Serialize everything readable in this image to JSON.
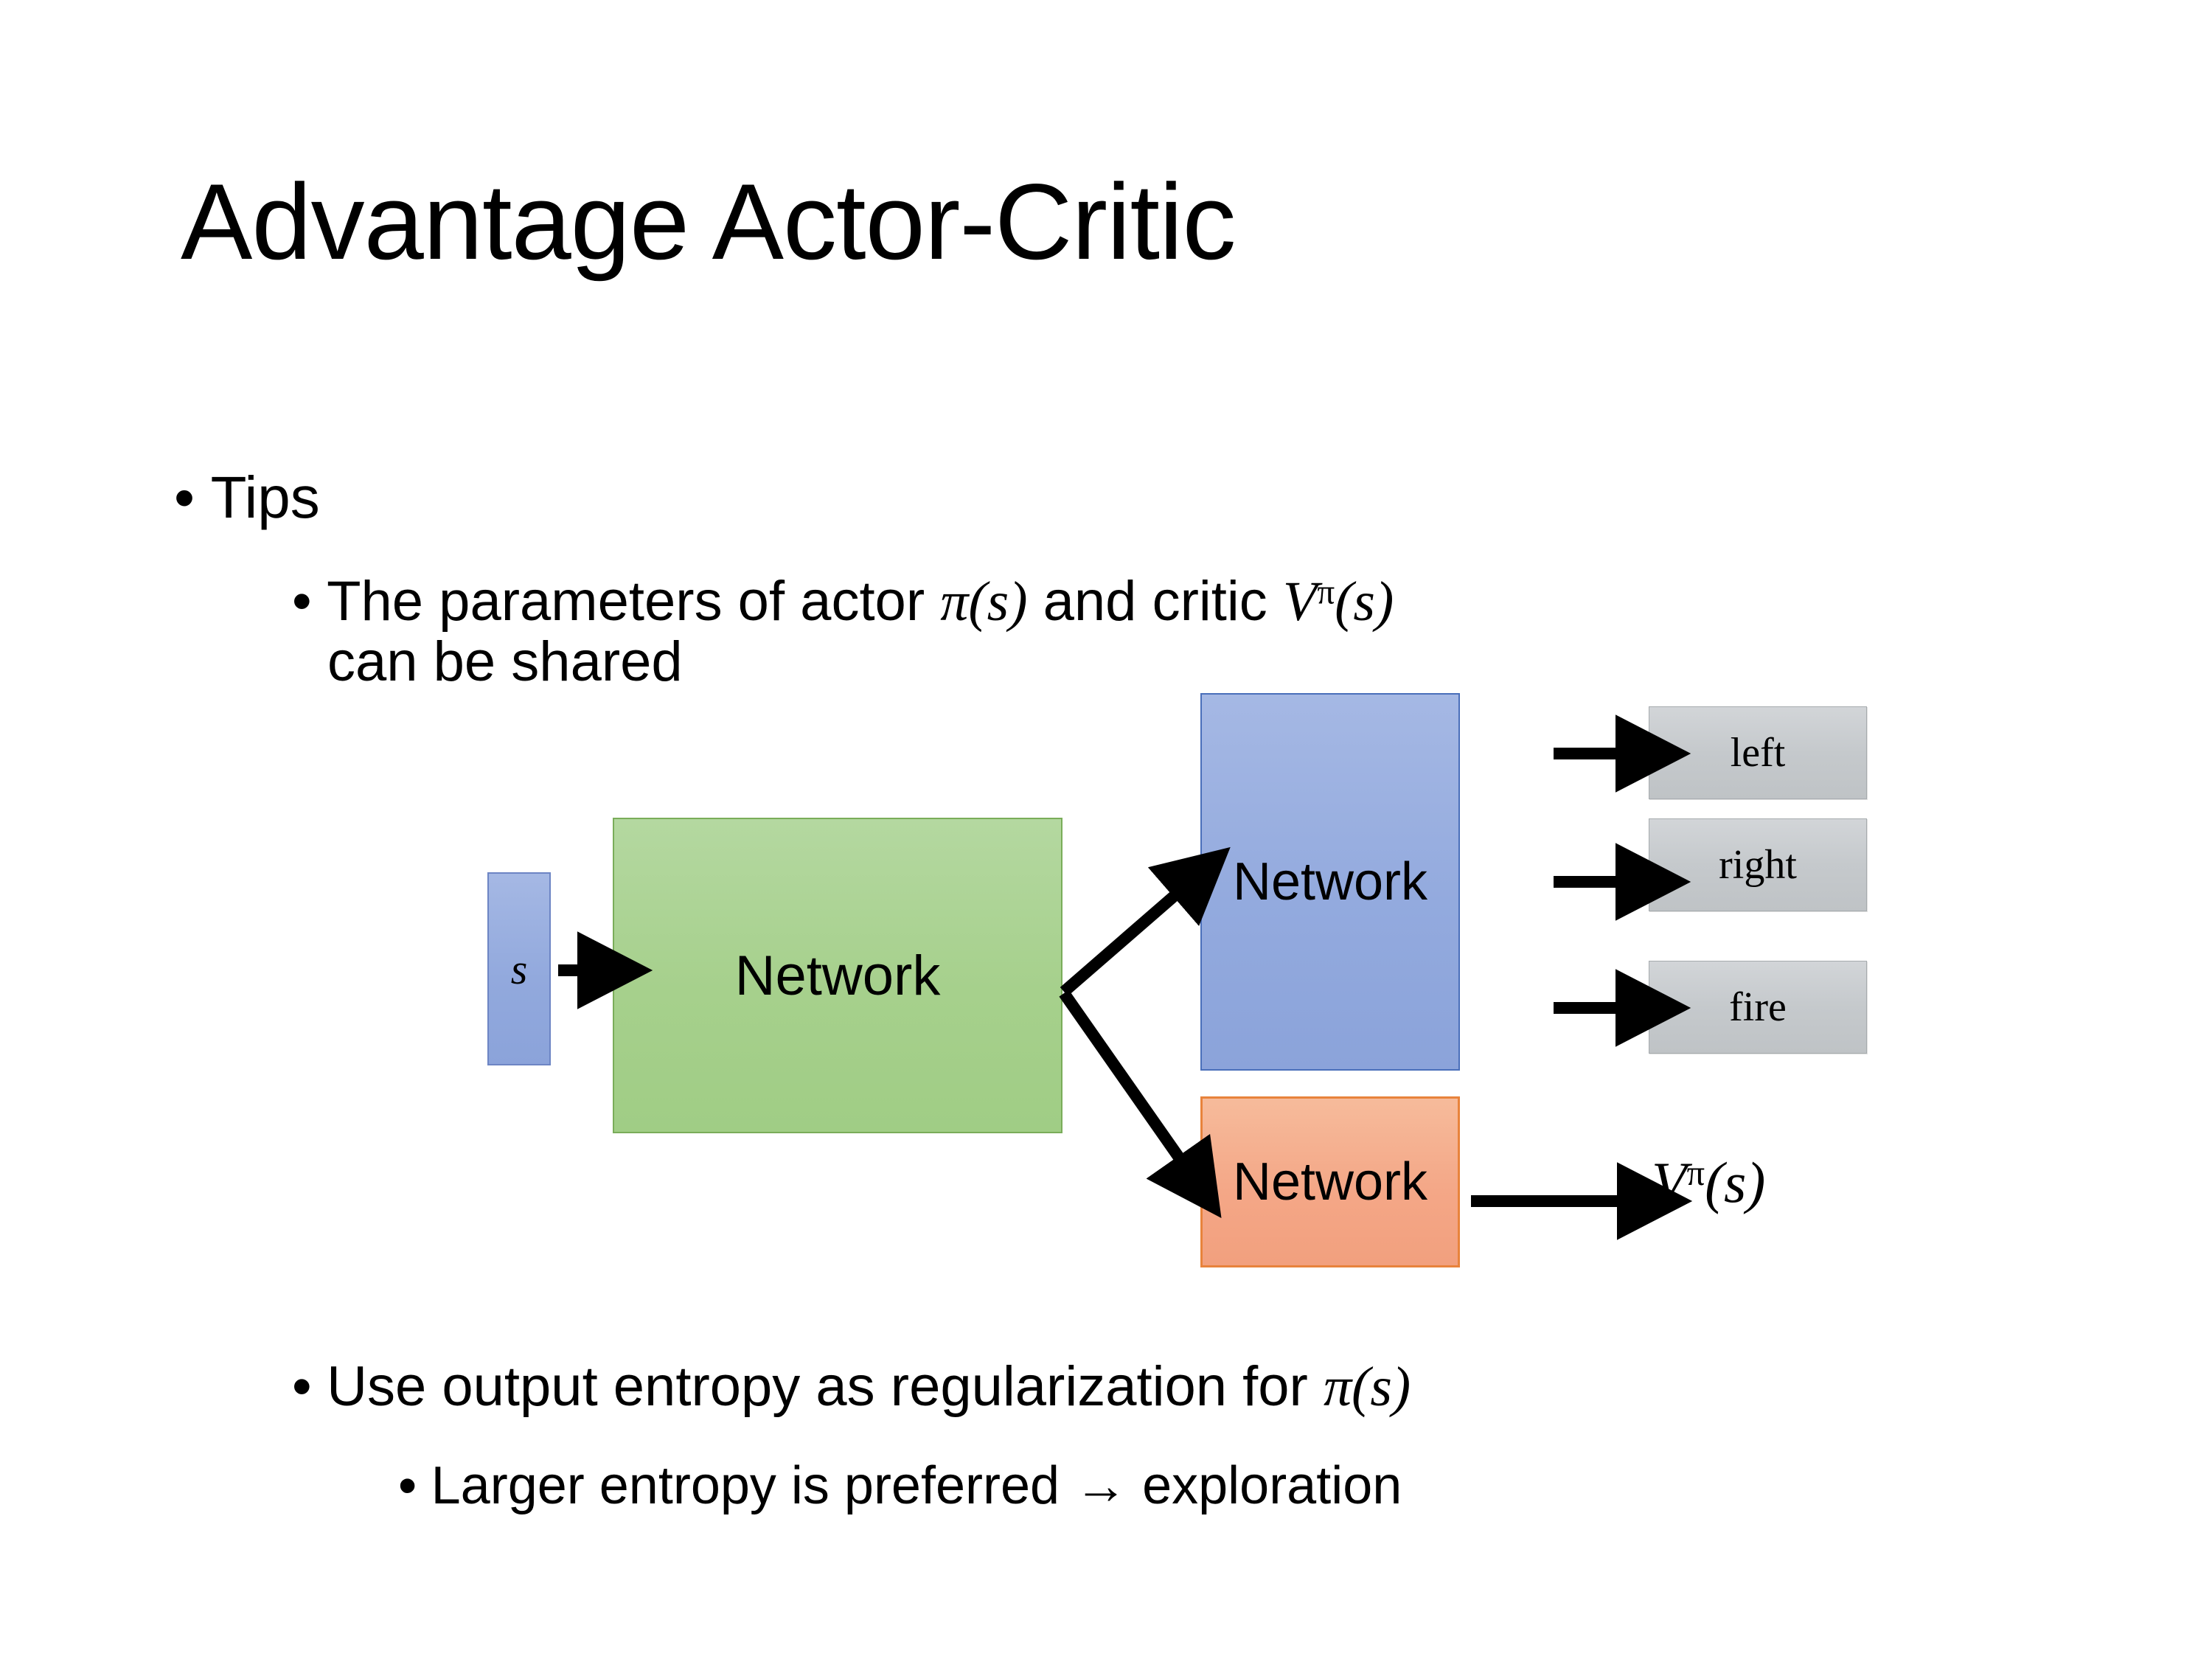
{
  "slide": {
    "title": "Advantage Actor-Critic",
    "background_color": "#ffffff"
  },
  "bullets": {
    "tips": {
      "marker": "•",
      "text": "Tips"
    },
    "parameters": {
      "marker": "•",
      "line1_prefix": "The parameters of actor ",
      "math_actor": "π(s)",
      "line1_middle": "  and critic ",
      "math_critic_base": "V",
      "math_critic_sup": "π",
      "math_critic_arg": "(s)",
      "line2": "can be shared"
    },
    "entropy": {
      "marker": "•",
      "text_prefix": "Use output entropy as regularization for ",
      "math": "π(s)"
    },
    "larger": {
      "marker": "•",
      "text": "Larger entropy is preferred → exploration"
    }
  },
  "diagram": {
    "input_box": {
      "label": "s",
      "fill": "#93aade",
      "border": "#6d85c4"
    },
    "shared_network": {
      "label": "Network",
      "fill": "#a6d08c",
      "border": "#7aad5a"
    },
    "actor_network": {
      "label": "Network",
      "fill": "#93aade",
      "border": "#4a6fba"
    },
    "critic_network": {
      "label": "Network",
      "fill": "#f4a787",
      "border": "#e8833c"
    },
    "actions": [
      {
        "label": "left",
        "fill": "#c5c9cc"
      },
      {
        "label": "right",
        "fill": "#c5c9cc"
      },
      {
        "label": "fire",
        "fill": "#c5c9cc"
      }
    ],
    "critic_output": {
      "base": "V",
      "superscript": "π",
      "argument": "(s)"
    },
    "arrow_color": "#000000"
  }
}
